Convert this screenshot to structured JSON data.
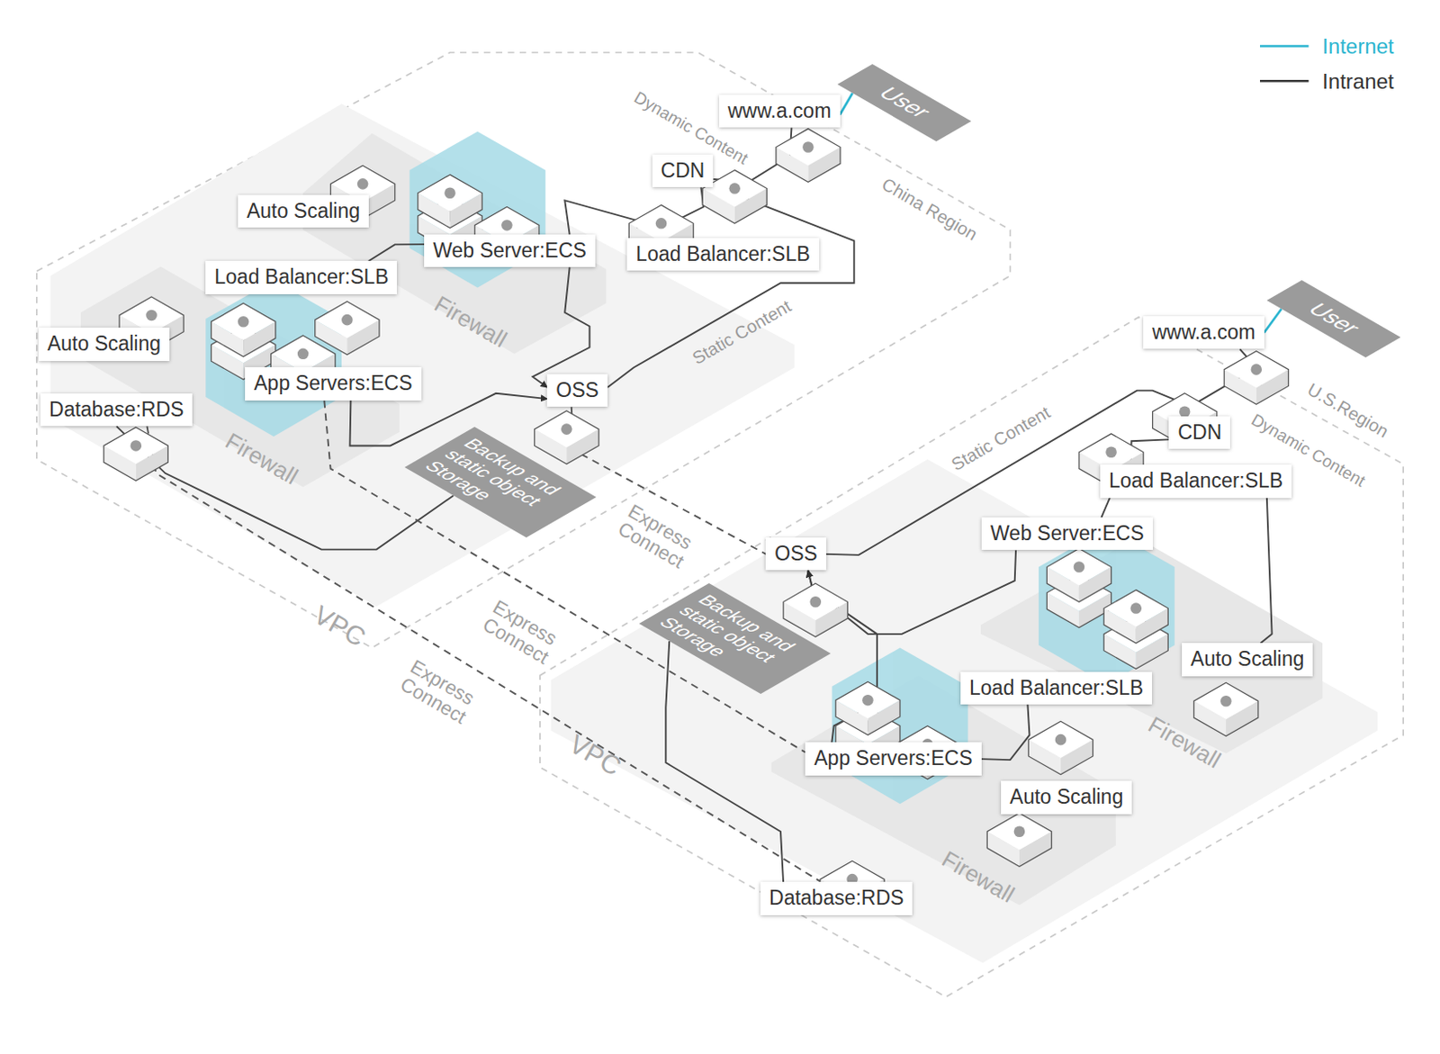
{
  "diagram": {
    "nodes": [
      {
        "text": [
          "User"
        ]
      },
      {
        "text": [
          "www.a.com"
        ]
      },
      {
        "text": [
          "CDN"
        ]
      },
      {
        "text": [
          "Load Balancer:SLB"
        ]
      },
      {
        "text": [
          "Web Server:ECS"
        ]
      },
      {
        "text": [
          "Auto Scaling"
        ]
      },
      {
        "text": [
          "Load Balancer:SLB"
        ]
      },
      {
        "text": [
          "Auto Scaling"
        ]
      },
      {
        "text": [
          "App Servers:ECS"
        ]
      },
      {
        "text": [
          "Database:RDS"
        ]
      },
      {
        "text": [
          "OSS"
        ]
      },
      {
        "text": [
          "Backup and static object Storage"
        ]
      },
      {
        "text": [
          "User"
        ]
      },
      {
        "text": [
          "www.a.com"
        ]
      },
      {
        "text": [
          "CDN"
        ]
      },
      {
        "text": [
          "Load Balancer:SLB"
        ]
      },
      {
        "text": [
          "Web Server:ECS"
        ]
      },
      {
        "text": [
          "Auto Scaling"
        ]
      },
      {
        "text": [
          "OSS"
        ]
      },
      {
        "text": [
          "Backup and static object Storage"
        ]
      },
      {
        "text": [
          "Load Balancer:SLB"
        ]
      },
      {
        "text": [
          "App Servers:ECS"
        ]
      },
      {
        "text": [
          "Auto Scaling"
        ]
      },
      {
        "text": [
          "Database:RDS"
        ]
      }
    ],
    "edges": [
      {
        "from": 0,
        "to": 1,
        "arrow": "none"
      },
      {
        "from": 1,
        "to": 2,
        "arrow": "none"
      },
      {
        "from": 2,
        "to": 3,
        "arrow": "none"
      },
      {
        "from": 2,
        "to": 10,
        "arrow": "none"
      },
      {
        "from": 3,
        "to": 4,
        "arrow": "none"
      },
      {
        "from": 4,
        "to": 10,
        "arrow": "to"
      },
      {
        "from": 6,
        "to": 4,
        "arrow": "none"
      },
      {
        "from": 8,
        "to": 10,
        "arrow": "to"
      },
      {
        "from": 9,
        "to": 11,
        "arrow": "none"
      },
      {
        "from": 10,
        "to": 18,
        "label": "Express Connect",
        "arrow": "none"
      },
      {
        "from": 8,
        "to": 21,
        "label": "Express Connect",
        "arrow": "none"
      },
      {
        "from": 9,
        "to": 23,
        "label": "Express Connect",
        "arrow": "none"
      },
      {
        "from": 12,
        "to": 13,
        "arrow": "none"
      },
      {
        "from": 13,
        "to": 14,
        "arrow": "none"
      },
      {
        "from": 14,
        "to": 18,
        "arrow": "none"
      },
      {
        "from": 14,
        "to": 15,
        "arrow": "none"
      },
      {
        "from": 15,
        "to": 17,
        "arrow": "none"
      },
      {
        "from": 15,
        "to": 16,
        "arrow": "none"
      },
      {
        "from": 16,
        "to": 18,
        "arrow": "to"
      },
      {
        "from": 21,
        "to": 18,
        "arrow": "to"
      },
      {
        "from": 20,
        "to": 21,
        "arrow": "none"
      },
      {
        "from": 23,
        "to": 19,
        "arrow": "none"
      }
    ],
    "labels": [
      "Dynamic Content",
      "China Region",
      "Static Content",
      "Firewall",
      "Firewall",
      "VPC",
      "U.S.Region",
      "Dynamic Content",
      "Static Content",
      "Firewall",
      "Firewall",
      "VPC"
    ],
    "legend": [
      {
        "text": "Internet"
      },
      {
        "text": "Intranet"
      }
    ]
  }
}
